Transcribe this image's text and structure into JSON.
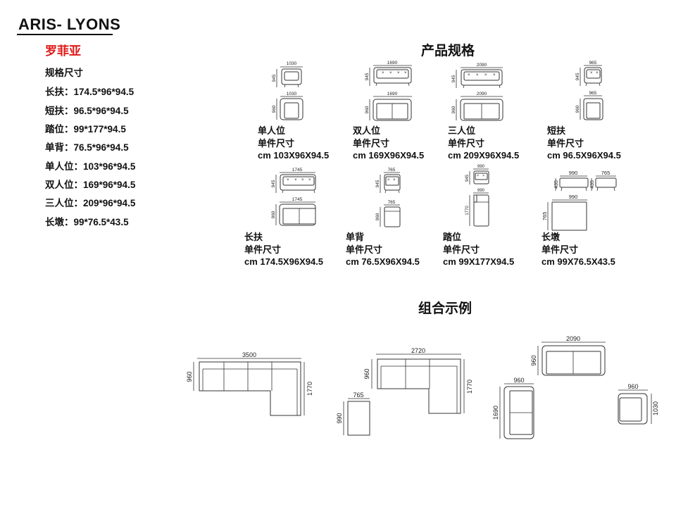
{
  "header": {
    "brand": "ARIS- LYONS",
    "product_name_cn": "罗菲亚"
  },
  "specs": {
    "heading": "规格尺寸",
    "items": [
      "长扶：174.5*96*94.5",
      "短扶：96.5*96*94.5",
      "踏位：99*177*94.5",
      "单背：76.5*96*94.5",
      "单人位：103*96*94.5",
      "双人位：169*96*94.5",
      "三人位：209*96*94.5",
      "长墩：99*76.5*43.5"
    ]
  },
  "sections": {
    "product_spec_title": "产品规格",
    "combo_title": "组合示例"
  },
  "products": [
    {
      "name": "单人位",
      "label": "单件尺寸",
      "dims": "cm 103X96X94.5",
      "width_mm": "1030",
      "depth_mm": "960",
      "height_mm": "945"
    },
    {
      "name": "双人位",
      "label": "单件尺寸",
      "dims": "cm 169X96X94.5",
      "width_mm": "1690",
      "depth_mm": "960",
      "height_mm": "945"
    },
    {
      "name": "三人位",
      "label": "单件尺寸",
      "dims": "cm 209X96X94.5",
      "width_mm": "2090",
      "depth_mm": "960",
      "height_mm": "945"
    },
    {
      "name": "短扶",
      "label": "单件尺寸",
      "dims": "cm 96.5X96X94.5",
      "width_mm": "965",
      "depth_mm": "960",
      "height_mm": "945"
    },
    {
      "name": "长扶",
      "label": "单件尺寸",
      "dims": "cm 174.5X96X94.5",
      "width_mm": "1745",
      "depth_mm": "960",
      "height_mm": "945"
    },
    {
      "name": "单背",
      "label": "单件尺寸",
      "dims": "cm 76.5X96X94.5",
      "width_mm": "765",
      "depth_mm": "960",
      "height_mm": "945"
    },
    {
      "name": "踏位",
      "label": "单件尺寸",
      "dims": "cm 99X177X94.5",
      "width_mm": "990",
      "depth_mm": "1770",
      "height_mm": "945"
    },
    {
      "name": "长墩",
      "label": "单件尺寸",
      "dims": "cm 99X76.5X43.5",
      "width_mm": "990",
      "depth_mm": "765",
      "height_mm": "435",
      "side_mm": "765"
    }
  ],
  "combos": [
    {
      "width_mm": "3500",
      "depth_mm": "960",
      "chaise_mm": "1770"
    },
    {
      "width_mm": "2720",
      "depth_mm": "960",
      "chaise_mm": "1770",
      "ottoman_w_mm": "765",
      "ottoman_d_mm": "990"
    },
    {
      "sofa_w_mm": "2090",
      "sofa_d_mm": "960",
      "loveseat_w_mm": "960",
      "loveseat_l_mm": "1690",
      "chair_w_mm": "960",
      "chair_l_mm": "1030"
    }
  ]
}
